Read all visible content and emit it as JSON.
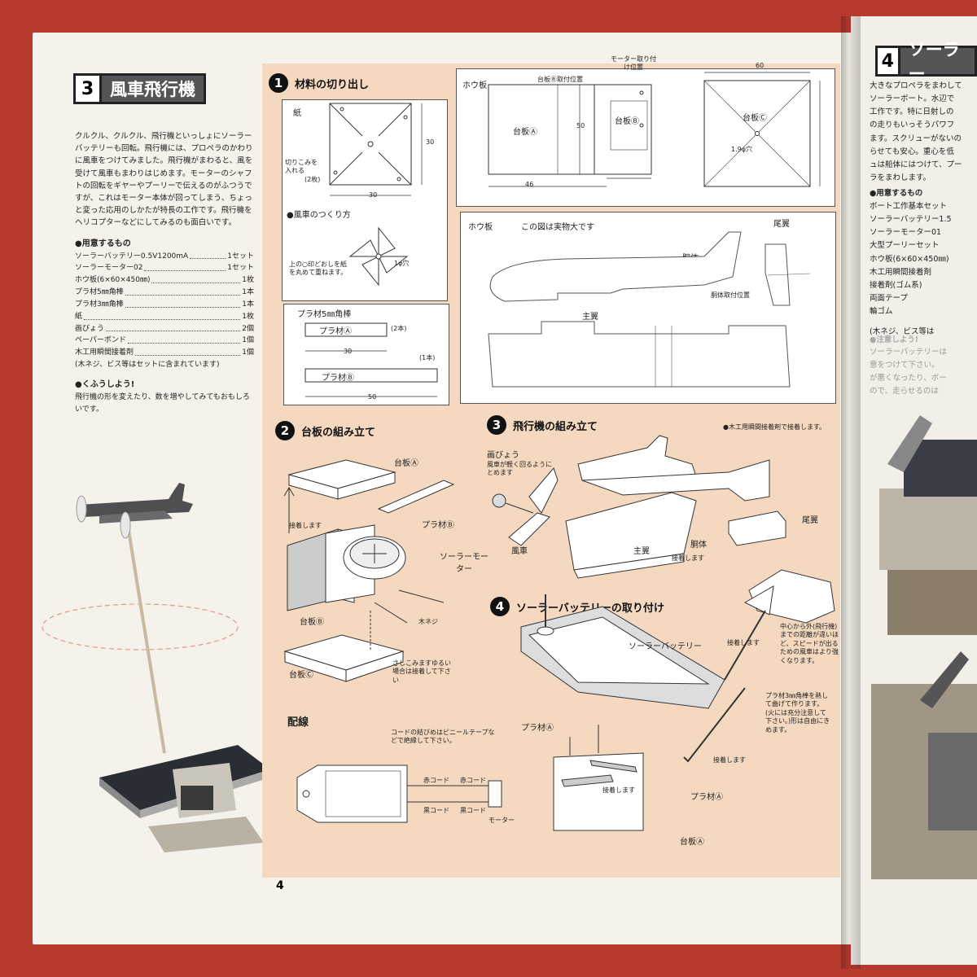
{
  "left_page": {
    "section": {
      "number": "3",
      "title": "風車飛行機"
    },
    "intro": "クルクル、クルクル、飛行機といっしょにソーラーバッテリーも回転。飛行機には、プロペラのかわりに風車をつけてみました。飛行機がまわると、風を受けて風車もまわりはじめます。モーターのシャフトの回転をギヤーやプーリーで伝えるのがふつうですが、これはモーター本体が回ってしまう、ちょっと変った応用のしかたが特長の工作です。飛行機をヘリコプターなどにしてみるのも面白いです。",
    "need_title": "●用意するもの",
    "materials": [
      {
        "name": "ソーラーバッテリー0.5V1200mA",
        "qty": "1セット"
      },
      {
        "name": "ソーラーモーター02",
        "qty": "1セット"
      },
      {
        "name": "ホウ板(6×60×450㎜)",
        "qty": "1枚"
      },
      {
        "name": "プラ材5㎜角棒",
        "qty": "1本"
      },
      {
        "name": "プラ材3㎜角棒",
        "qty": "1本"
      },
      {
        "name": "紙",
        "qty": "1枚"
      },
      {
        "name": "画びょう",
        "qty": "2個"
      },
      {
        "name": "ペーパーボンド",
        "qty": "1個"
      },
      {
        "name": "木工用瞬間接着剤",
        "qty": "1個"
      }
    ],
    "materials_note": "(木ネジ、ビス等はセットに含まれています)",
    "tip_title": "●くふうしよう!",
    "tip_text": "飛行機の形を変えたり、数を増やしてみてもおもしろいです。",
    "page_number": "4"
  },
  "steps": {
    "s1": {
      "num": "1",
      "title": "材料の切り出し"
    },
    "s2": {
      "num": "2",
      "title": "台板の組み立て"
    },
    "s3": {
      "num": "3",
      "title": "飛行機の組み立て"
    },
    "s4": {
      "num": "4",
      "title": "ソーラーバッテリーの取り付け"
    }
  },
  "labels": {
    "paper": "紙",
    "cut_note": "切りこみを入れる",
    "two_sheets": "(2枚)",
    "dim_30": "30",
    "windmill_title": "●風車のつくり方",
    "windmill_note": "上の○印どおしを紙を丸めて重ねます。",
    "hole_1": "1φ穴",
    "balsa": "ホウ板",
    "base_b_pos": "台板Ⓑ取付位置",
    "motor_pos": "モーター取り付け位置",
    "base_a": "台板Ⓐ",
    "base_b": "台板Ⓑ",
    "base_c": "台板Ⓒ",
    "dim_46": "46",
    "dim_50": "50",
    "dim_60": "60",
    "hole_19": "1.9φ穴",
    "actual_size": "この図は実物大です",
    "tail": "尾翼",
    "body": "胴体",
    "body_pos": "胴体取付位置",
    "wing": "主翼",
    "pla_title": "プラ材5㎜角棒",
    "pla_a": "プラ材Ⓐ",
    "pla_b": "プラ材Ⓑ",
    "two_pcs": "(2本)",
    "one_pc": "(1本)",
    "dim_50b": "50",
    "glue": "接着します",
    "solar_motor": "ソーラーモーター",
    "wood_screw": "木ネジ",
    "insert_note": "さしこみますゆるい場合は接着して下さい",
    "wiring": "配線",
    "cord_note": "コードの結びめはビニールテープなどで絶縁して下さい。",
    "red_cord": "赤コード",
    "black_cord": "黒コード",
    "motor": "モーター",
    "glue_note": "●木工用瞬間接着剤で接着します。",
    "pushpin": "画びょう",
    "pushpin_note": "風車が軽く回るようにとめます",
    "windmill": "風車",
    "solar_battery": "ソーラーバッテリー",
    "balance_note": "中心から外(飛行機)までの距離が違いほど、スピードが出るための風車はより強くなります。",
    "pla3_note": "プラ材3㎜角棒を熱して曲げて作ります。(火には充分注意して下さい。)形は自由にきめます。"
  },
  "right_page": {
    "section": {
      "number": "4",
      "title": "ソーラー"
    },
    "lines": [
      "大きなプロペラをまわして",
      "ソーラーボート。水辺で",
      "工作です。特に日射しの",
      "の走りもいっそうパワフ",
      "ます。スクリューがないの",
      "らせても安心。重心を低",
      "ュは船体にはつけて、プー",
      "ラをまわします。"
    ],
    "need_title": "●用意するもの",
    "items": [
      "ボート工作基本セット",
      "ソーラーバッテリー1.5",
      "ソーラーモーター01",
      "大型プーリーセット",
      "ホウ板(6×60×450㎜)",
      "木工用瞬間接着剤",
      "接着剤(ゴム系)",
      "両面テープ",
      "輪ゴム"
    ],
    "items_note": "(木ネジ、ビス等は",
    "caution_title": "●注意しよう!",
    "caution": [
      "ソーラーバッテリーは",
      "意をつけて下さい。",
      "が悪くなったり、ボー",
      "ので、走らせるのは"
    ]
  }
}
